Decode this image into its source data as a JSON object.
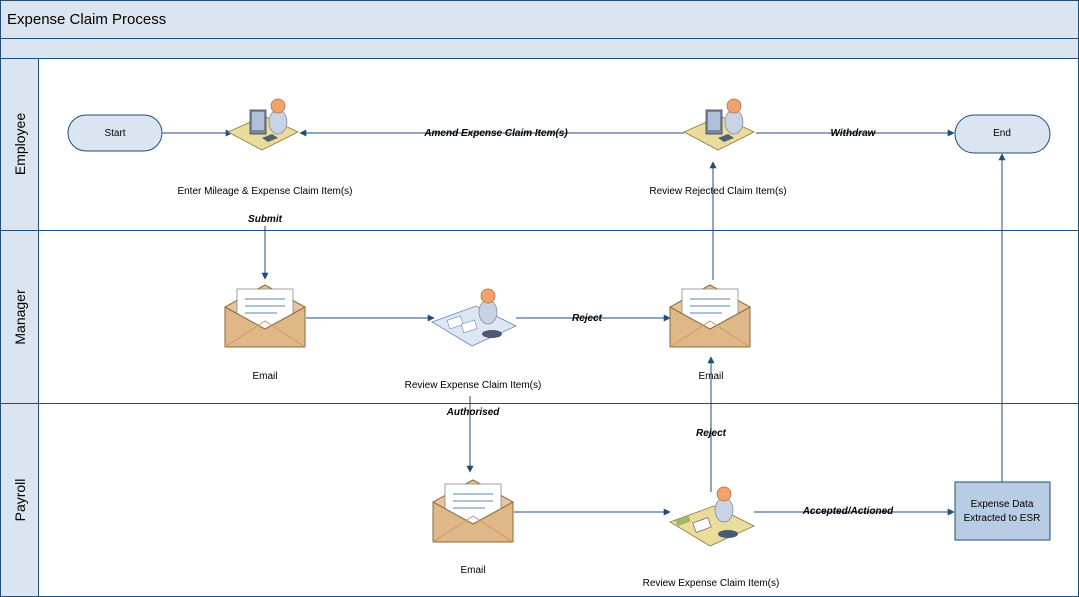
{
  "title": "Expense Claim Process",
  "lanes": [
    {
      "id": "employee",
      "label": "Employee"
    },
    {
      "id": "manager",
      "label": "Manager"
    },
    {
      "id": "payroll",
      "label": "Payroll"
    }
  ],
  "nodes": {
    "start": "Start",
    "end": "End",
    "enter_items": "Enter Mileage & Expense Claim Item(s)",
    "review_rejected": "Review Rejected Claim Item(s)",
    "email_manager_1": "Email",
    "review_manager": "Review Expense Claim Item(s)",
    "email_manager_2": "Email",
    "email_payroll": "Email",
    "review_payroll": "Review Expense Claim Item(s)",
    "esr_line1": "Expense Data",
    "esr_line2": "Extracted to ESR"
  },
  "edges": {
    "amend": "Amend Expense Claim Item(s)",
    "withdraw": "Withdraw",
    "submit": "Submit",
    "reject_manager": "Reject",
    "authorised": "Authorised",
    "reject_payroll": "Reject",
    "accepted": "Accepted/Actioned"
  },
  "colors": {
    "lane_header": "#dbe5f1",
    "border": "#1f4e79",
    "terminal_fill": "#dbe5f1",
    "process_fill": "#b8cce4",
    "envelope": "#e7c49b",
    "desk": "#e9dc9c"
  }
}
